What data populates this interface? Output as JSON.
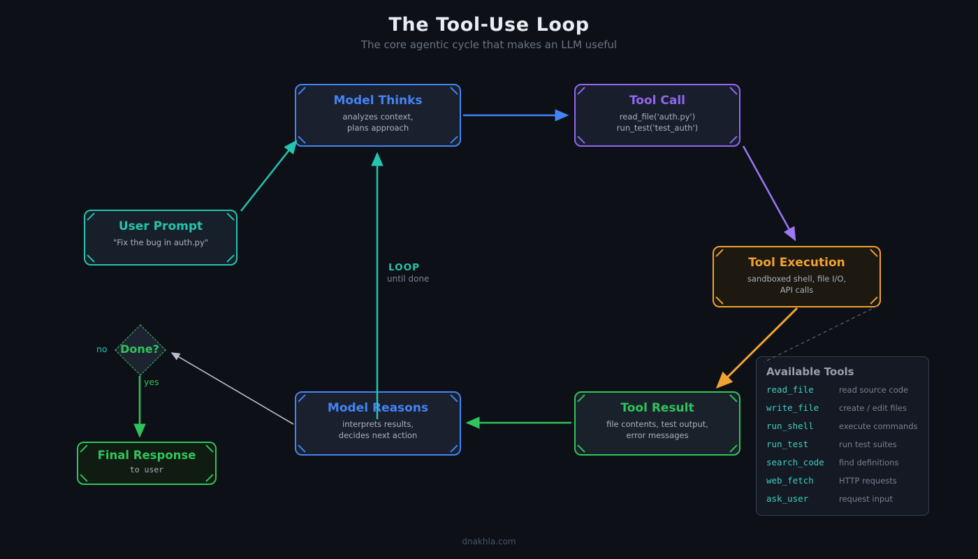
{
  "page": {
    "title": "The Tool-Use Loop",
    "subtitle": "The core agentic cycle that makes an LLM useful",
    "footer": "dnakhla.com"
  },
  "nodes": {
    "model_thinks": {
      "title": "Model Thinks",
      "line1": "analyzes context,",
      "line2": "plans approach"
    },
    "tool_call": {
      "title": "Tool Call",
      "line1": "read_file('auth.py')",
      "line2": "run_test('test_auth')"
    },
    "user_prompt": {
      "title": "User Prompt",
      "line1": "\"Fix the bug in auth.py\""
    },
    "tool_execution": {
      "title": "Tool Execution",
      "line1": "sandboxed shell, file I/O,",
      "line2": "API calls"
    },
    "done": {
      "title": "Done?"
    },
    "model_reasons": {
      "title": "Model Reasons",
      "line1": "interprets results,",
      "line2": "decides next action"
    },
    "tool_result": {
      "title": "Tool Result",
      "line1": "file contents, test output,",
      "line2": "error messages"
    },
    "final_response": {
      "title": "Final Response",
      "line1": "to user"
    }
  },
  "labels": {
    "loop": "LOOP",
    "loop_sub": "until done",
    "no": "no",
    "yes": "yes"
  },
  "tools_panel": {
    "title": "Available Tools",
    "tools": [
      {
        "name": "read_file",
        "desc": "read source code"
      },
      {
        "name": "write_file",
        "desc": "create / edit files"
      },
      {
        "name": "run_shell",
        "desc": "execute commands"
      },
      {
        "name": "run_test",
        "desc": "run test suites"
      },
      {
        "name": "search_code",
        "desc": "find definitions"
      },
      {
        "name": "web_fetch",
        "desc": "HTTP requests"
      },
      {
        "name": "ask_user",
        "desc": "request input"
      }
    ]
  },
  "colors": {
    "background": "#0d1016",
    "blue": "#4484f4",
    "purple": "#9168ef",
    "teal": "#26c3ae",
    "orange": "#f2a231",
    "green": "#30c45c",
    "arrow_gray": "#b6becb",
    "dashed_gray": "#5a6373"
  }
}
